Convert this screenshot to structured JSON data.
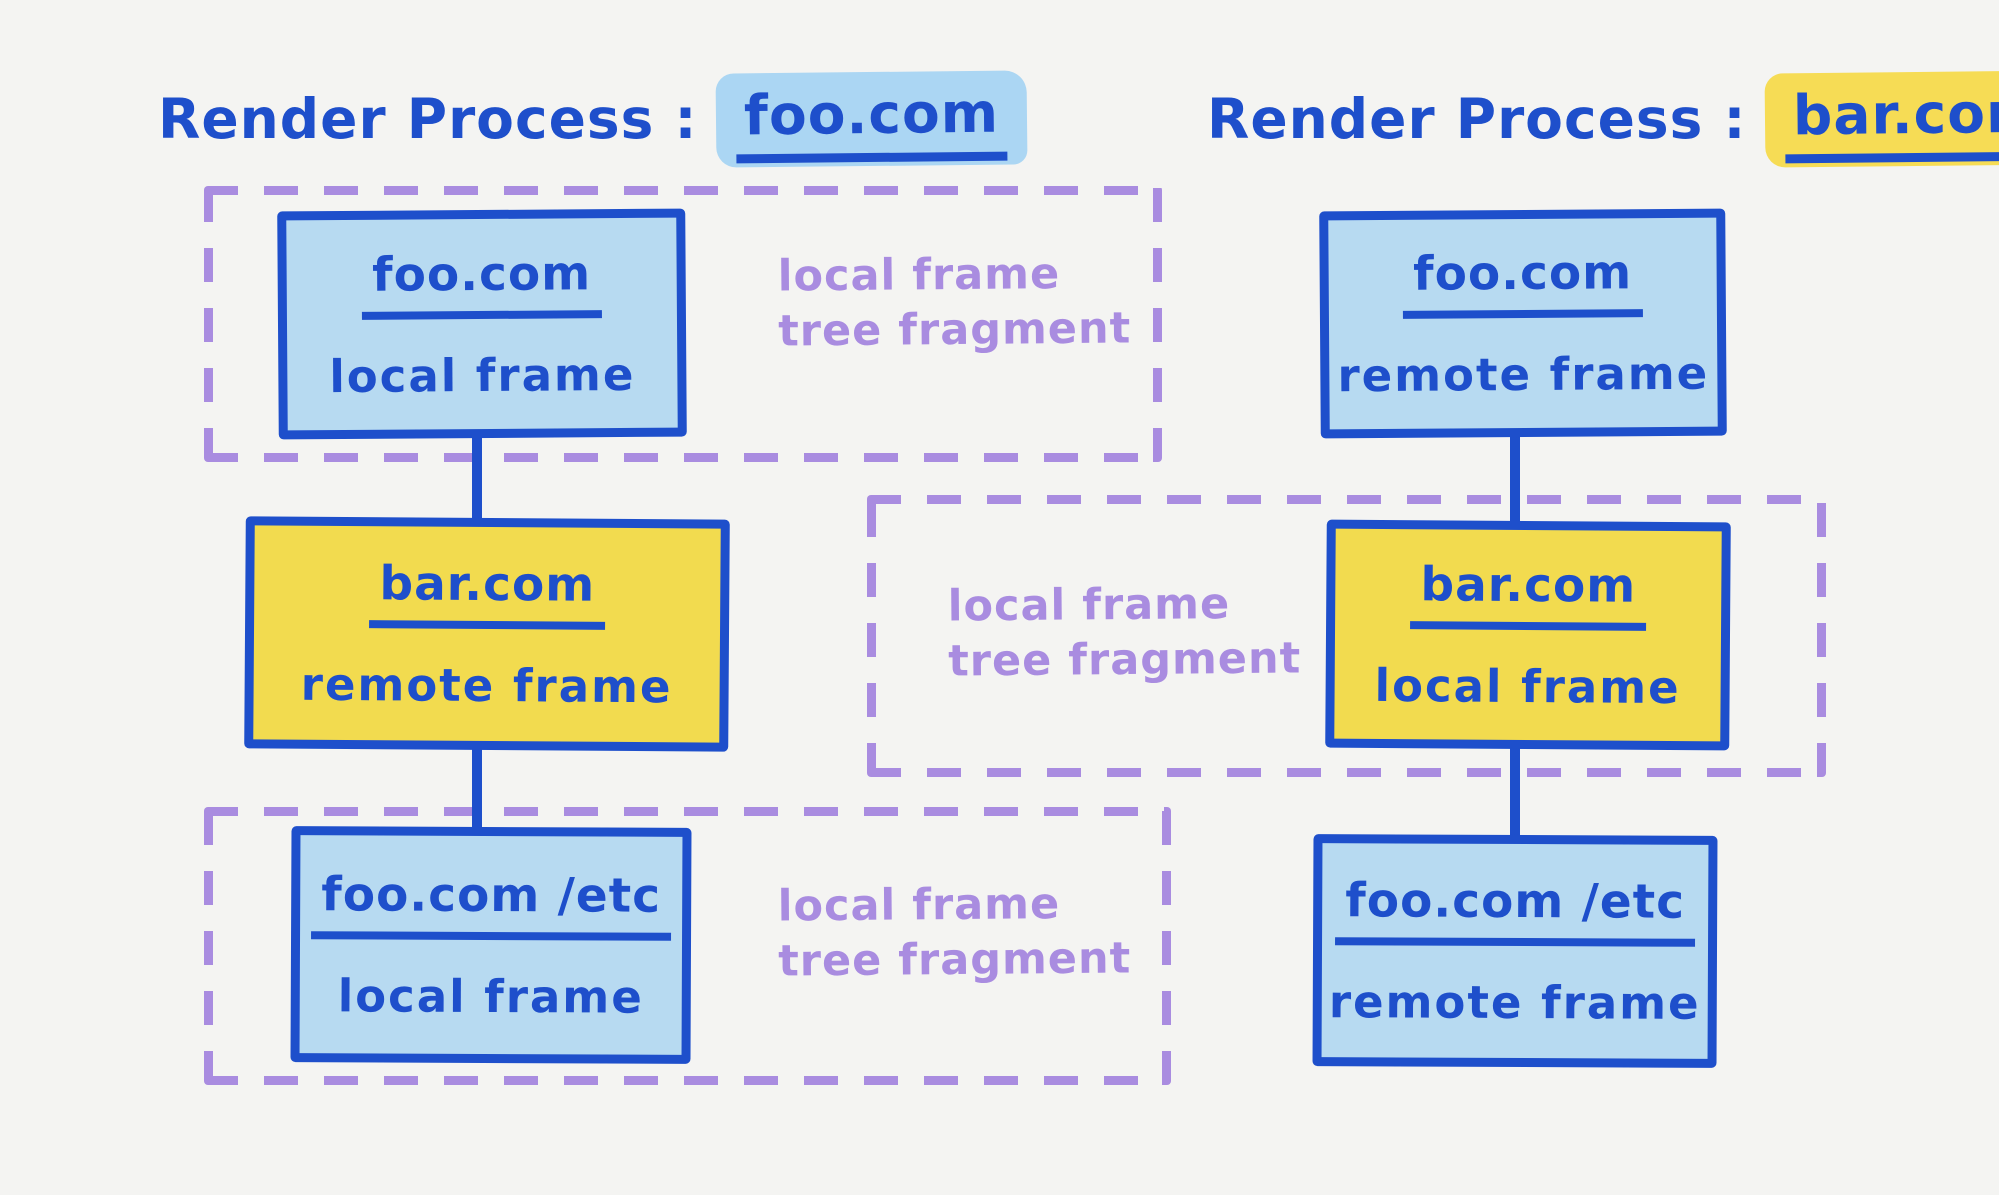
{
  "background": "#F4F4F2",
  "palette": {
    "ink_blue": "#1E4FCB",
    "light_blue_fill": "#B7DAF1",
    "yellow_fill": "#F2DB4F",
    "purple": "#A98CE0",
    "highlight_blue": "#ABD6F3",
    "highlight_yellow": "#F6DC55"
  },
  "left_process": {
    "title_prefix": "Render Process :",
    "title_domain": "foo.com",
    "nodes": [
      {
        "domain": "foo.com",
        "role": "local frame"
      },
      {
        "domain": "bar.com",
        "role": "remote frame"
      },
      {
        "domain": "foo.com /etc",
        "role": "local frame"
      }
    ],
    "fragment_labels": [
      {
        "line1": "local frame",
        "line2": "tree fragment"
      },
      {
        "line1": "local frame",
        "line2": "tree fragment"
      }
    ]
  },
  "right_process": {
    "title_prefix": "Render Process :",
    "title_domain": "bar.com",
    "nodes": [
      {
        "domain": "foo.com",
        "role": "remote frame"
      },
      {
        "domain": "bar.com",
        "role": "local frame"
      },
      {
        "domain": "foo.com /etc",
        "role": "remote frame"
      }
    ],
    "fragment_labels": [
      {
        "line1": "local frame",
        "line2": "tree fragment"
      }
    ]
  }
}
